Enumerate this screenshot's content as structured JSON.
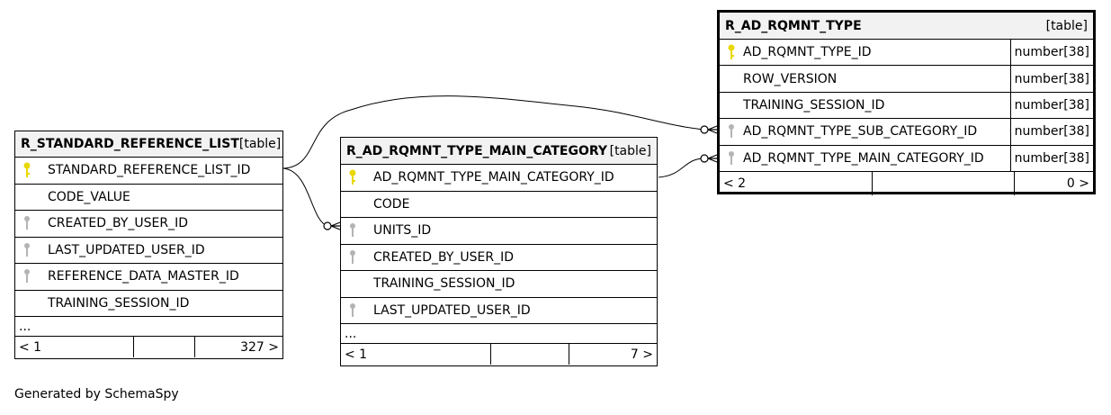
{
  "tables": {
    "standard_reference_list": {
      "name": "R_STANDARD_REFERENCE_LIST",
      "type": "[table]",
      "columns": [
        {
          "name": "STANDARD_REFERENCE_LIST_ID",
          "key": "primary"
        },
        {
          "name": "CODE_VALUE",
          "key": "none"
        },
        {
          "name": "CREATED_BY_USER_ID",
          "key": "foreign"
        },
        {
          "name": "LAST_UPDATED_USER_ID",
          "key": "foreign"
        },
        {
          "name": "REFERENCE_DATA_MASTER_ID",
          "key": "foreign"
        },
        {
          "name": "TRAINING_SESSION_ID",
          "key": "none"
        }
      ],
      "more": "...",
      "footer": {
        "left": "< 1",
        "right": "327 >"
      }
    },
    "main_category": {
      "name": "R_AD_RQMNT_TYPE_MAIN_CATEGORY",
      "type": "[table]",
      "columns": [
        {
          "name": "AD_RQMNT_TYPE_MAIN_CATEGORY_ID",
          "key": "primary"
        },
        {
          "name": "CODE",
          "key": "none"
        },
        {
          "name": "UNITS_ID",
          "key": "foreign"
        },
        {
          "name": "CREATED_BY_USER_ID",
          "key": "foreign"
        },
        {
          "name": "TRAINING_SESSION_ID",
          "key": "none"
        },
        {
          "name": "LAST_UPDATED_USER_ID",
          "key": "foreign"
        }
      ],
      "more": "...",
      "footer": {
        "left": "< 1",
        "right": "7 >"
      }
    },
    "rqmnt_type": {
      "name": "R_AD_RQMNT_TYPE",
      "type": "[table]",
      "columns": [
        {
          "name": "AD_RQMNT_TYPE_ID",
          "type": "number[38]",
          "key": "primary"
        },
        {
          "name": "ROW_VERSION",
          "type": "number[38]",
          "key": "none"
        },
        {
          "name": "TRAINING_SESSION_ID",
          "type": "number[38]",
          "key": "none"
        },
        {
          "name": "AD_RQMNT_TYPE_SUB_CATEGORY_ID",
          "type": "number[38]",
          "key": "foreign"
        },
        {
          "name": "AD_RQMNT_TYPE_MAIN_CATEGORY_ID",
          "type": "number[38]",
          "key": "foreign"
        }
      ],
      "footer": {
        "left": "< 2",
        "right": "0 >"
      }
    }
  },
  "colors": {
    "primary_key": "#e8d800",
    "foreign_key": "#b4b4b4",
    "header_bg": "#f2f2f2"
  },
  "footer_note": "Generated by SchemaSpy"
}
